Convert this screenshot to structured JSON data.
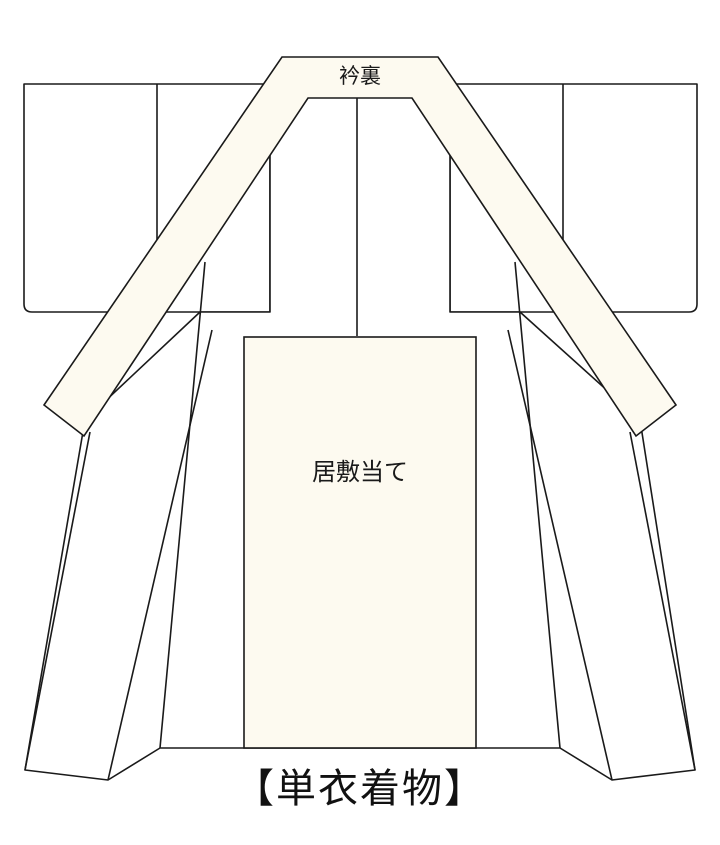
{
  "diagram": {
    "labels": {
      "collar_lining": "衿裏",
      "seat_patch": "居敷当て",
      "caption": "【単衣着物】"
    },
    "colors": {
      "fabric": "#fdfaf0",
      "outline": "#1a1a1a",
      "background": "#ffffff"
    }
  }
}
